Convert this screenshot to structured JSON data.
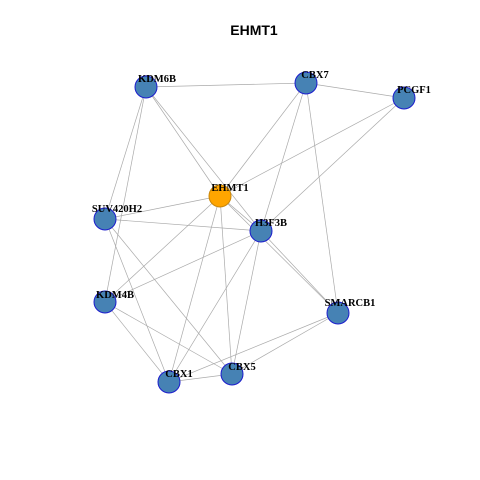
{
  "title": "EHMT1",
  "colors": {
    "edge": "#aaaaaa",
    "node_fill": "#4682b4",
    "node_stroke": "#1c1ccd",
    "focus_fill": "#ffa500",
    "focus_stroke": "#c8860a"
  },
  "network": {
    "focus": "EHMT1",
    "nodes": [
      {
        "id": "KDM6B",
        "label": "KDM6B"
      },
      {
        "id": "CBX7",
        "label": "CBX7"
      },
      {
        "id": "PCGF1",
        "label": "PCGF1"
      },
      {
        "id": "EHMT1",
        "label": "EHMT1"
      },
      {
        "id": "SUV420H2",
        "label": "SUV420H2"
      },
      {
        "id": "H3F3B",
        "label": "H3F3B"
      },
      {
        "id": "KDM4B",
        "label": "KDM4B"
      },
      {
        "id": "SMARCB1",
        "label": "SMARCB1"
      },
      {
        "id": "CBX5",
        "label": "CBX5"
      },
      {
        "id": "CBX1",
        "label": "CBX1"
      }
    ],
    "edges": [
      [
        "KDM6B",
        "CBX7"
      ],
      [
        "KDM6B",
        "EHMT1"
      ],
      [
        "KDM6B",
        "SUV420H2"
      ],
      [
        "KDM6B",
        "KDM4B"
      ],
      [
        "KDM6B",
        "H3F3B"
      ],
      [
        "CBX7",
        "PCGF1"
      ],
      [
        "CBX7",
        "EHMT1"
      ],
      [
        "CBX7",
        "H3F3B"
      ],
      [
        "CBX7",
        "SMARCB1"
      ],
      [
        "PCGF1",
        "EHMT1"
      ],
      [
        "PCGF1",
        "H3F3B"
      ],
      [
        "EHMT1",
        "SUV420H2"
      ],
      [
        "EHMT1",
        "H3F3B"
      ],
      [
        "EHMT1",
        "KDM4B"
      ],
      [
        "EHMT1",
        "SMARCB1"
      ],
      [
        "EHMT1",
        "CBX5"
      ],
      [
        "EHMT1",
        "CBX1"
      ],
      [
        "SUV420H2",
        "H3F3B"
      ],
      [
        "SUV420H2",
        "CBX5"
      ],
      [
        "SUV420H2",
        "CBX1"
      ],
      [
        "H3F3B",
        "KDM4B"
      ],
      [
        "H3F3B",
        "SMARCB1"
      ],
      [
        "H3F3B",
        "CBX5"
      ],
      [
        "H3F3B",
        "CBX1"
      ],
      [
        "KDM4B",
        "CBX5"
      ],
      [
        "KDM4B",
        "CBX1"
      ],
      [
        "SMARCB1",
        "CBX5"
      ],
      [
        "SMARCB1",
        "CBX1"
      ],
      [
        "CBX5",
        "CBX1"
      ]
    ]
  }
}
